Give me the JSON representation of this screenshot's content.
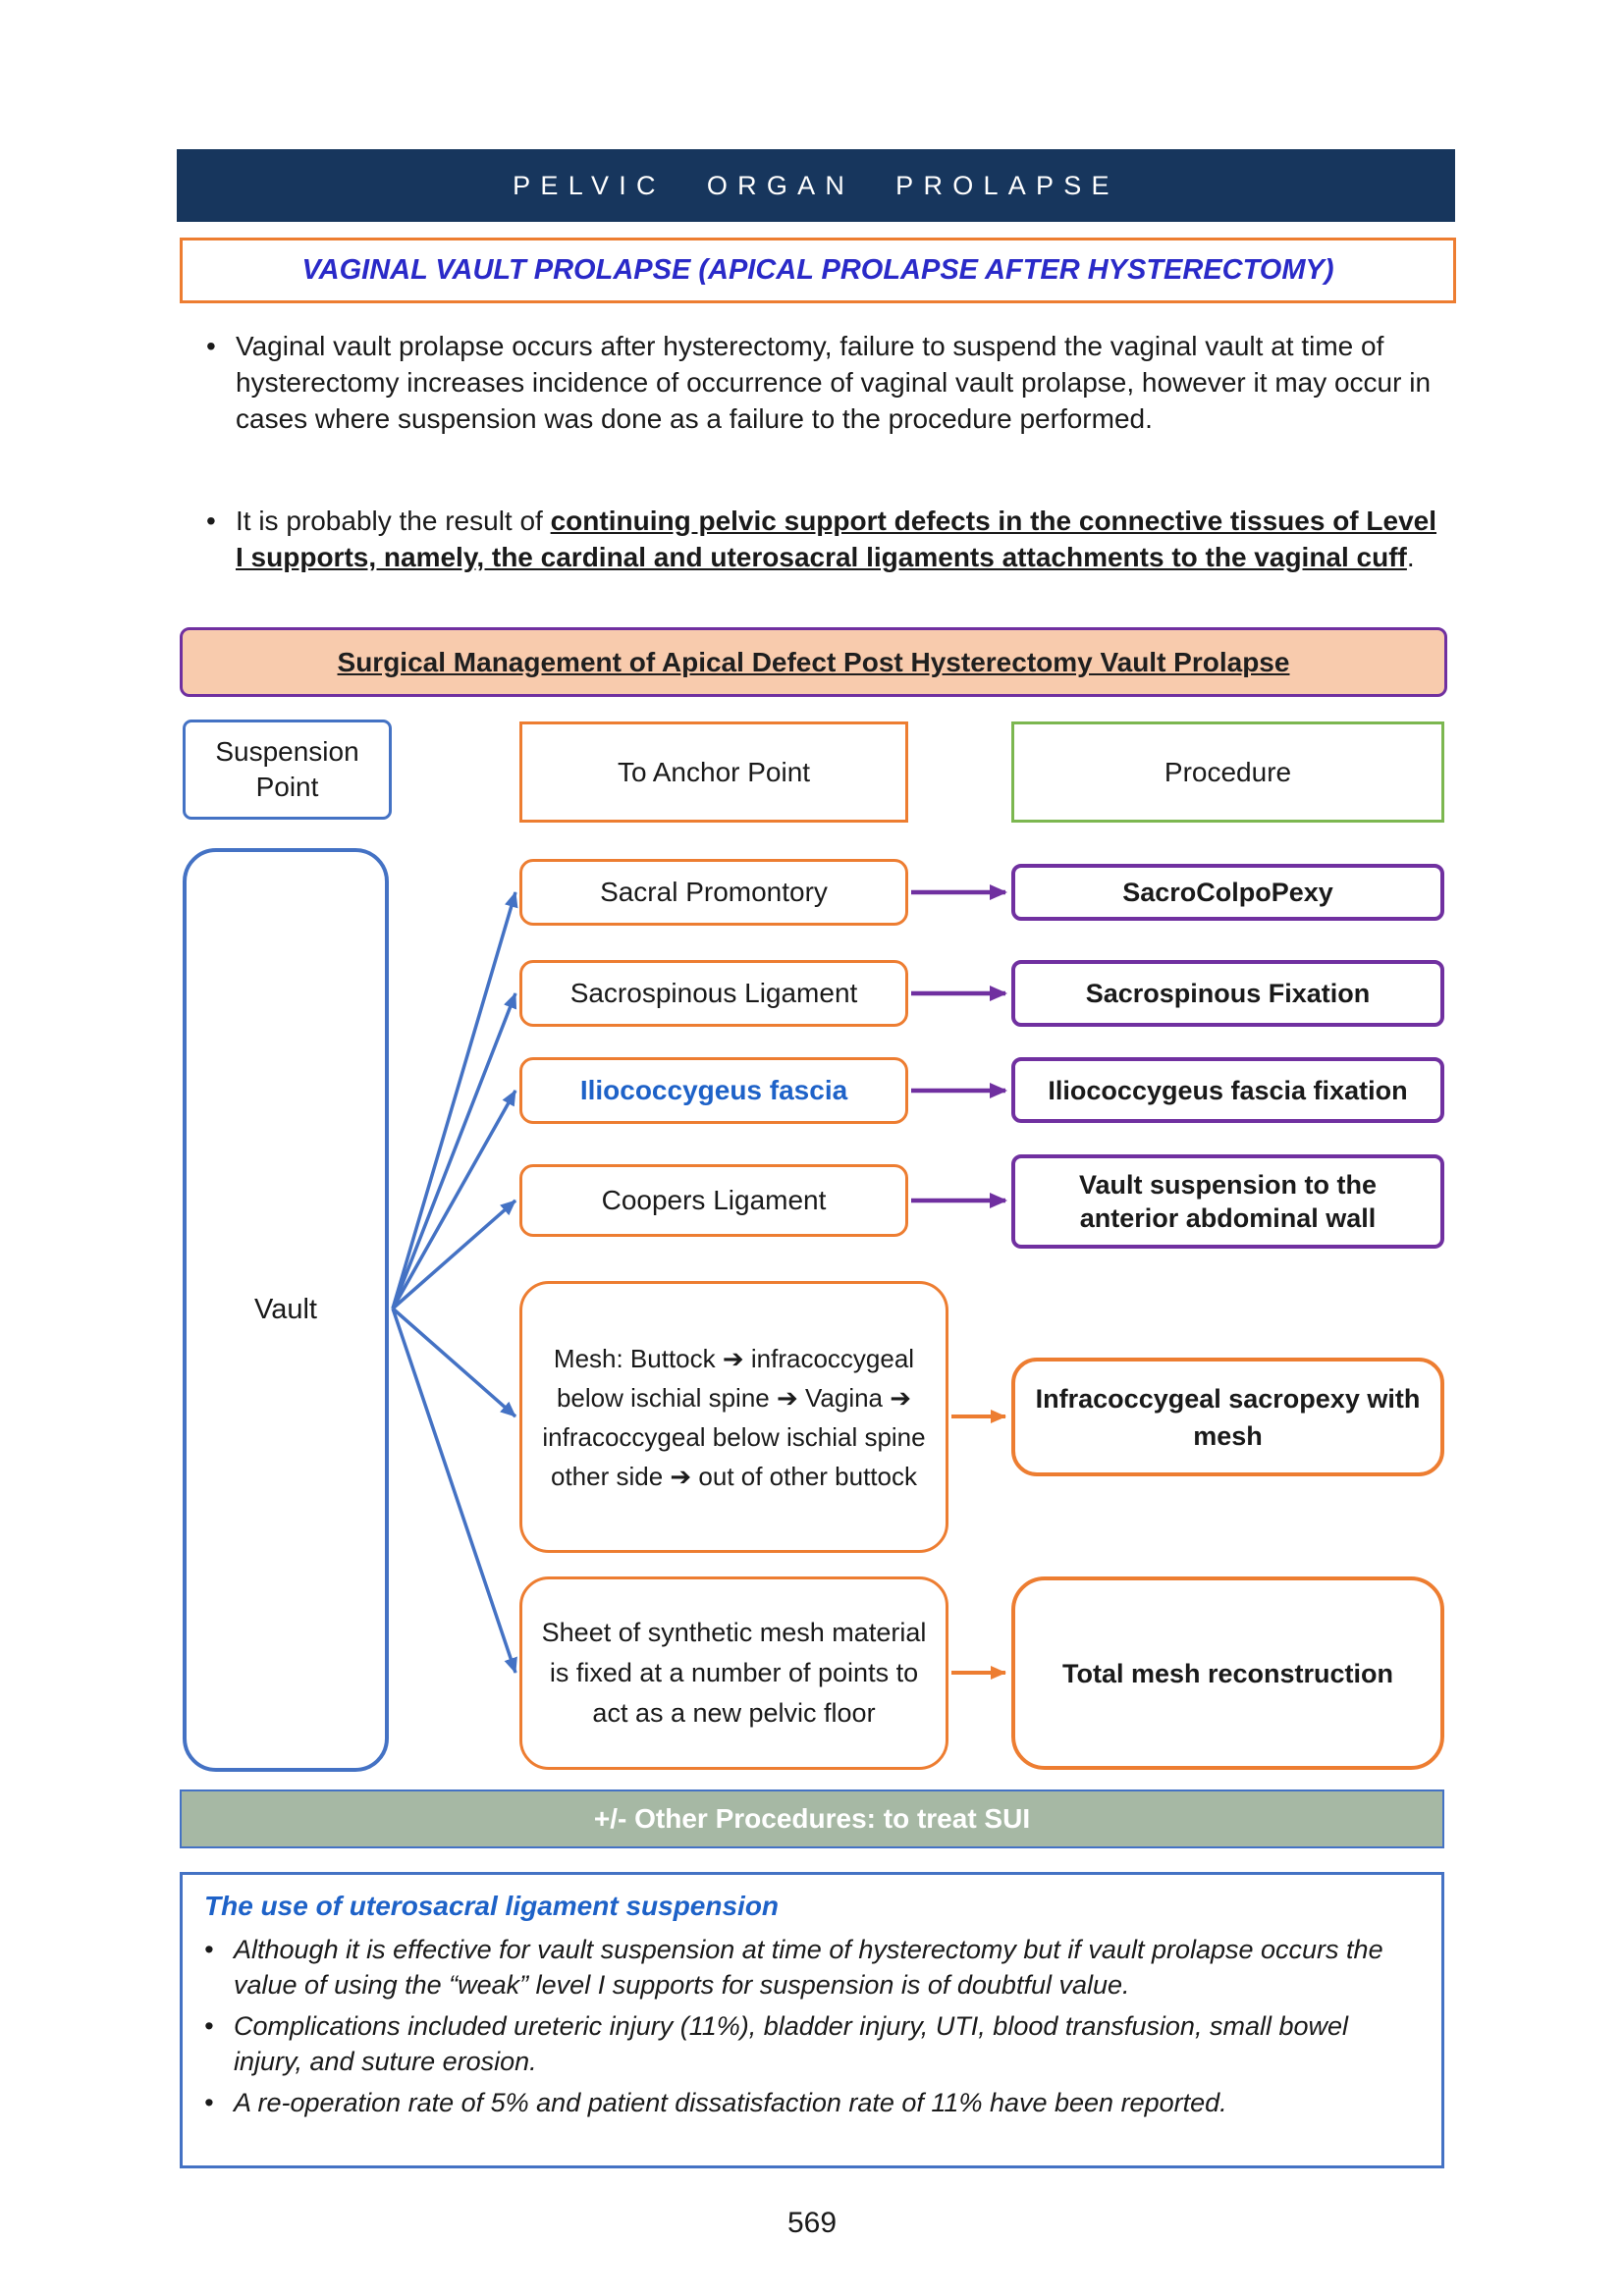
{
  "page": {
    "header": "PELVIC ORGAN PROLAPSE",
    "subheader": "VAGINAL VAULT PROLAPSE (APICAL PROLAPSE AFTER HYSTERECTOMY)",
    "page_number": "569"
  },
  "glyphs": {
    "bullet": "•"
  },
  "intro": {
    "bullet1": "Vaginal vault prolapse occurs after hysterectomy, failure to suspend the vaginal vault at time of hysterectomy increases incidence of occurrence of vaginal vault prolapse, however it may occur in cases where suspension was done as a failure to the procedure performed.",
    "bullet2_prefix": "It is probably the result of ",
    "bullet2_bold": "continuing pelvic support defects in the connective tissues of Level I supports, namely, the cardinal and uterosacral ligaments attachments to the vaginal cuff",
    "bullet2_suffix": "."
  },
  "diagram": {
    "banner": "Surgical Management of Apical Defect Post Hysterectomy Vault Prolapse",
    "col_suspension": "Suspension Point",
    "col_anchor": "To Anchor Point",
    "col_procedure": "Procedure",
    "vault": "Vault",
    "rows": [
      {
        "anchor": "Sacral Promontory",
        "procedure": "SacroColpoPexy"
      },
      {
        "anchor": "Sacrospinous Ligament",
        "procedure": "Sacrospinous Fixation"
      },
      {
        "anchor": "Iliococcygeus fascia",
        "procedure": "Iliococcygeus fascia fixation"
      },
      {
        "anchor": "Coopers Ligament",
        "procedure": "Vault suspension to the anterior abdominal wall"
      },
      {
        "anchor": "Mesh: Buttock ➔ infracoccygeal below ischial spine ➔ Vagina ➔ infracoccygeal below ischial spine other side ➔ out of other buttock",
        "procedure": "Infracoccygeal sacropexy with mesh"
      },
      {
        "anchor": "Sheet of synthetic mesh material is fixed at a number of points to act as a new pelvic floor",
        "procedure": "Total mesh reconstruction"
      }
    ],
    "other_procedures": "+/- Other Procedures: to treat SUI"
  },
  "notes": {
    "title": "The use of uterosacral ligament suspension",
    "bullets": [
      "Although it is effective for vault suspension at time of hysterectomy but if vault prolapse occurs the value of using the “weak” level I supports for suspension is of doubtful value.",
      "Complications included ureteric injury (11%), bladder injury, UTI, blood transfusion, small bowel injury, and suture erosion.",
      "A re-operation rate of 5% and patient dissatisfaction rate of 11% have been reported."
    ]
  },
  "colors": {
    "navy": "#17365D",
    "orange": "#ED7D31",
    "purple": "#7030A0",
    "blue": "#4472C4",
    "green": "#7CB750",
    "peach": "#F8CBAD",
    "sage": "#A6B8A4",
    "ink": "#1A1A1A",
    "blueindigo": "#2A2AC8",
    "bluebright": "#1E62C8"
  }
}
